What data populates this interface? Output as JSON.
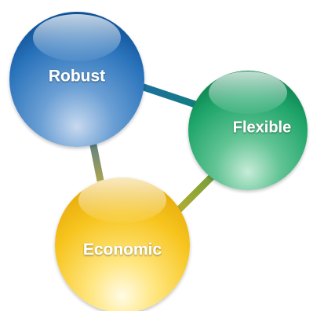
{
  "nodes": {
    "robust": {
      "label": "Robust",
      "color": "#1b6fb6"
    },
    "flexible": {
      "label": "Flexible",
      "color": "#1ea56c"
    },
    "economic": {
      "label": "Economic",
      "color": "#f6c21a"
    }
  },
  "connectors": [
    {
      "from": "robust",
      "to": "flexible"
    },
    {
      "from": "robust",
      "to": "economic"
    },
    {
      "from": "flexible",
      "to": "economic"
    }
  ]
}
